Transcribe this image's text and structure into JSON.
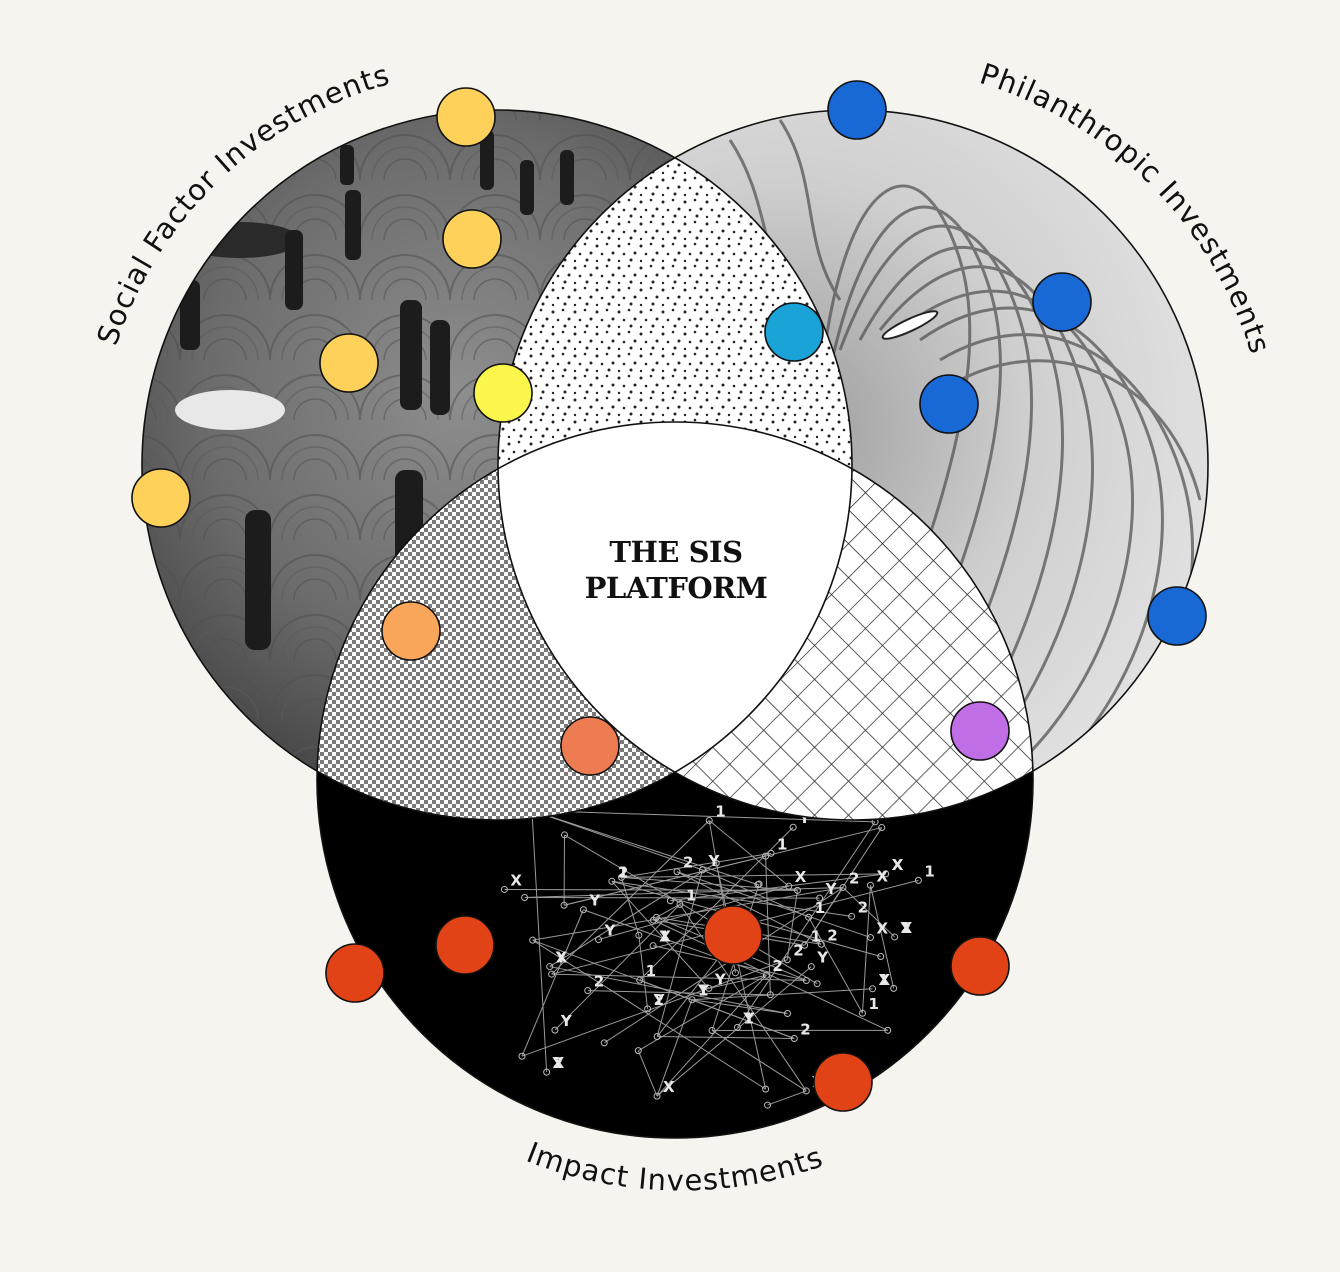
{
  "center": {
    "lines": [
      "THE SIS",
      "PLATFORM"
    ]
  },
  "circles": {
    "social": {
      "label": "Social Factor Investments"
    },
    "philanthropic": {
      "label": "Philanthropic Investments"
    },
    "impact": {
      "label": "Impact Investments"
    }
  },
  "colors": {
    "background": "#f5f4ee",
    "social_dot": "#fdd15a",
    "social_overlap_dot": "#fbf64c",
    "phil_dot": "#1868d6",
    "phil_overlap_dot": "#1aa3d6",
    "impact_dot": "#e14216",
    "social_impact_dot_a": "#f9a55a",
    "social_impact_dot_b": "#ee7c52",
    "phil_impact_dot": "#bf6ee5"
  },
  "network_glyphs": [
    "X",
    "Y",
    "1",
    "2"
  ]
}
